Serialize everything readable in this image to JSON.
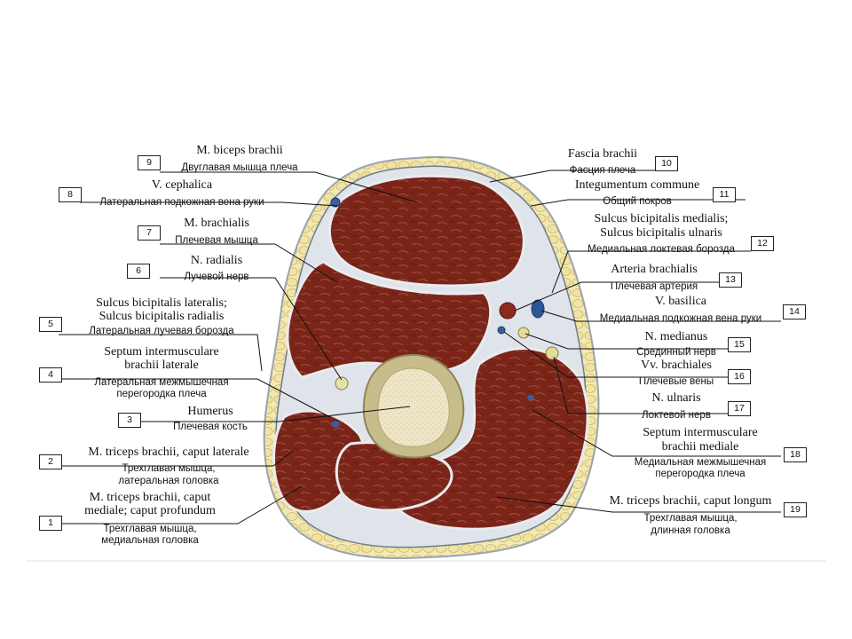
{
  "labels": [
    {
      "n": "1",
      "lat": [
        "M. triceps brachii, caput",
        "mediale; caput profundum"
      ],
      "rus": [
        "Трехглавая мышца,",
        "медиальная головка"
      ]
    },
    {
      "n": "2",
      "lat": [
        "M. triceps brachii, caput laterale"
      ],
      "rus": [
        "Трехглавая мышца,",
        "латеральная головка"
      ]
    },
    {
      "n": "3",
      "lat": [
        "Humerus"
      ],
      "rus": [
        "Плечевая кость"
      ]
    },
    {
      "n": "4",
      "lat": [
        "Septum intermusculare",
        "brachii laterale"
      ],
      "rus": [
        "Латеральная межмышечная",
        "перегородка плеча"
      ]
    },
    {
      "n": "5",
      "lat": [
        "Sulcus bicipitalis lateralis;",
        "Sulcus bicipitalis radialis"
      ],
      "rus": [
        "Латеральная лучевая борозда"
      ]
    },
    {
      "n": "6",
      "lat": [
        "N. radialis"
      ],
      "rus": [
        "Лучевой нерв"
      ]
    },
    {
      "n": "7",
      "lat": [
        "M. brachialis"
      ],
      "rus": [
        "Плечевая мышца"
      ]
    },
    {
      "n": "8",
      "lat": [
        "V. cephalica"
      ],
      "rus": [
        "Латеральная подкожная вена руки"
      ]
    },
    {
      "n": "9",
      "lat": [
        "M. biceps brachii"
      ],
      "rus": [
        "Двуглавая мышца плеча"
      ]
    },
    {
      "n": "10",
      "lat": [
        "Fascia brachii"
      ],
      "rus": [
        "Фасция плеча"
      ]
    },
    {
      "n": "11",
      "lat": [
        "Integumentum commune"
      ],
      "rus": [
        "Общий покров"
      ]
    },
    {
      "n": "12",
      "lat": [
        "Sulcus bicipitalis medialis;",
        "Sulcus bicipitalis ulnaris"
      ],
      "rus": [
        "Медиальная локтевая борозда"
      ]
    },
    {
      "n": "13",
      "lat": [
        "Arteria brachialis"
      ],
      "rus": [
        "Плечевая артерия"
      ]
    },
    {
      "n": "14",
      "lat": [
        "V. basilica"
      ],
      "rus": [
        "Медиальная подкожная вена руки"
      ]
    },
    {
      "n": "15",
      "lat": [
        "N. medianus"
      ],
      "rus": [
        "Срединный нерв"
      ]
    },
    {
      "n": "16",
      "lat": [
        "Vv. brachiales"
      ],
      "rus": [
        "Плечевые вены"
      ]
    },
    {
      "n": "17",
      "lat": [
        "N. ulnaris"
      ],
      "rus": [
        "Локтевой нерв"
      ]
    },
    {
      "n": "18",
      "lat": [
        "Septum intermusculare",
        "brachii mediale"
      ],
      "rus": [
        "Медиальная межмышечная",
        "перегородка плеча"
      ]
    },
    {
      "n": "19",
      "lat": [
        "M. triceps brachii, caput longum"
      ],
      "rus": [
        "Трехглавая мышца,",
        "длинная головка"
      ]
    }
  ],
  "colors": {
    "muscle": "#7a2418",
    "fat": "#efe3a6",
    "bone": "#c9c08e",
    "marrow": "#efe6c8",
    "fascia": "#e7e9ee"
  }
}
